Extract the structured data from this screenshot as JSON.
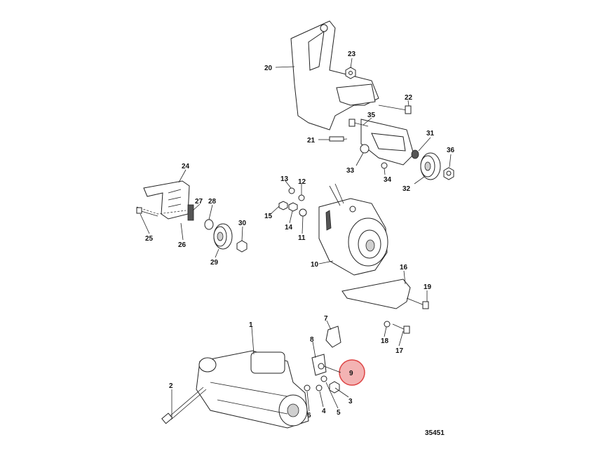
{
  "diagram": {
    "id": "35451",
    "highlight_color": "#f3b3b3",
    "highlight_stroke": "#d44",
    "callouts": [
      "1",
      "2",
      "3",
      "4",
      "5",
      "6",
      "7",
      "8",
      "9",
      "10",
      "11",
      "12",
      "13",
      "14",
      "15",
      "16",
      "17",
      "18",
      "19",
      "20",
      "21",
      "22",
      "23",
      "24",
      "25",
      "26",
      "27",
      "28",
      "29",
      "30",
      "31",
      "32",
      "33",
      "34",
      "35",
      "36"
    ],
    "highlighted": "9"
  }
}
